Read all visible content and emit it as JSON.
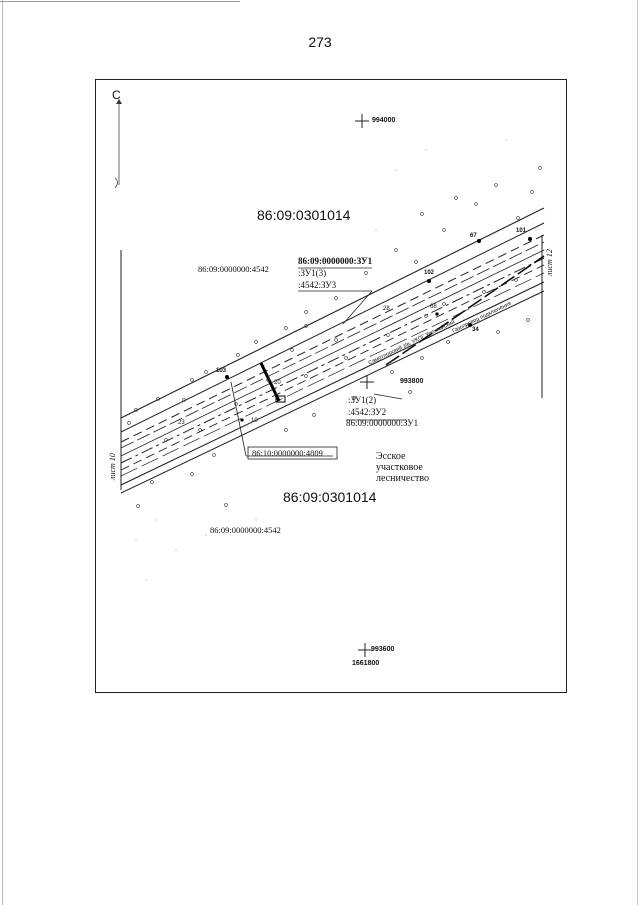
{
  "page": {
    "number": "273"
  },
  "north_arrow": {
    "label": "С"
  },
  "grid_coords": {
    "top": "994000",
    "middle": "993800",
    "bottom_y": "993600",
    "bottom_x": "1661800"
  },
  "parcels": {
    "main_top": "86:09:0301014",
    "main_bottom": "86:09:0301014",
    "left_top": "86:09:0000000:4542",
    "left_bottom": "86:09:0000000:4542",
    "callout_top": {
      "line1": "86:09:0000000:ЗУ1",
      "line2": ":ЗУ1(3)",
      "line3": ":4542:ЗУ3"
    },
    "callout_middle": {
      "line1": ":ЗУ1(2)",
      "line2": ":4542:ЗУ2",
      "line3": "86:09:0000000:ЗУ1"
    },
    "callout_left": "86:10:0000000:4809"
  },
  "forestry": {
    "line1": "Эсское",
    "line2": "участковое",
    "line3": "лесничество"
  },
  "sheet_refs": {
    "left": "лист 10",
    "right": "лист 12"
  },
  "points": [
    "103",
    "102",
    "101",
    "67",
    "34",
    "10",
    "28",
    "68",
    "23",
    "20"
  ],
  "road_labels": [
    "Самотлорский з/в, УКПГ Уренгойский",
    "Газопровод подключения"
  ]
}
